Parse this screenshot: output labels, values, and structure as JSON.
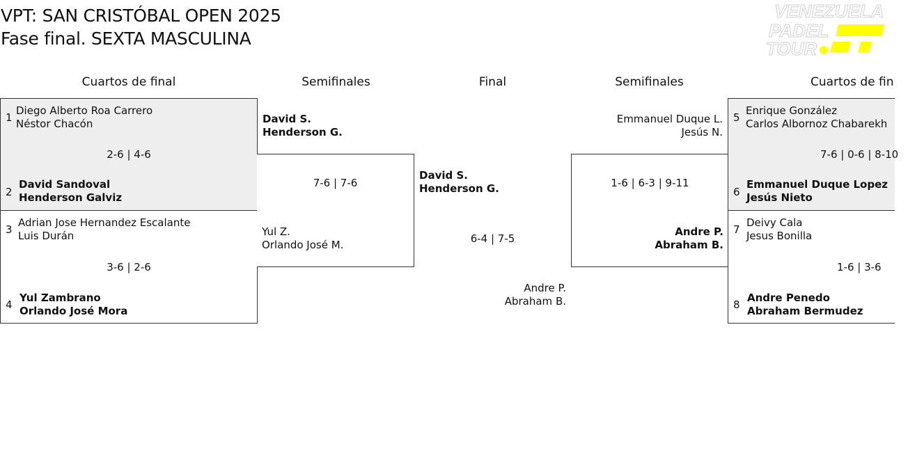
{
  "header": {
    "title_line1": "VPT: SAN CRISTÓBAL OPEN 2025",
    "title_line2": "Fase final. SEXTA MASCULINA",
    "logo_text": [
      "VENEZUELA",
      "PADEL",
      "TOUR"
    ]
  },
  "columns": {
    "qf_left": "Cuartos de final",
    "sf_left": "Semifinales",
    "final": "Final",
    "sf_right": "Semifinales",
    "qf_right": "Cuartos de fin"
  },
  "quarterfinals": [
    {
      "seed_a": "1",
      "team_a": [
        "Diego Alberto Roa Carrero",
        "Néstor Chacón"
      ],
      "score": "2-6 | 4-6",
      "seed_b": "2",
      "team_b": [
        "David Sandoval",
        "Henderson Galviz"
      ]
    },
    {
      "seed_a": "3",
      "team_a": [
        "Adrian Jose Hernandez Escalante",
        "Luis Durán"
      ],
      "score": "3-6 | 2-6",
      "seed_b": "4",
      "team_b": [
        "Yul Zambrano",
        "Orlando José Mora"
      ]
    },
    {
      "seed_a": "5",
      "team_a": [
        "Enrique González",
        "Carlos Albornoz Chabarekh"
      ],
      "score": "7-6 | 0-6 | 8-10",
      "seed_b": "6",
      "team_b": [
        "Emmanuel Duque Lopez",
        "Jesús Nieto"
      ]
    },
    {
      "seed_a": "7",
      "team_a": [
        "Deivy Cala",
        "Jesus Bonilla"
      ],
      "score": "1-6 | 3-6",
      "seed_b": "8",
      "team_b": [
        "Andre Penedo",
        "Abraham Bermudez"
      ]
    }
  ],
  "semifinals": {
    "left": {
      "team_a": [
        "David S.",
        "Henderson G."
      ],
      "score": "7-6 | 7-6",
      "team_b": [
        "Yul Z.",
        "Orlando José M."
      ]
    },
    "right": {
      "team_a": [
        "Emmanuel Duque L.",
        "Jesús N."
      ],
      "score": "1-6 | 6-3 | 9-11",
      "team_b": [
        "Andre P.",
        "Abraham B."
      ]
    }
  },
  "final": {
    "team_a": [
      "David S.",
      "Henderson G."
    ],
    "score": "6-4 | 7-5",
    "team_b": [
      "Andre P.",
      "Abraham B."
    ]
  },
  "colors": {
    "logo_yellow": "#ffff00",
    "match_grey": "#eeeeee",
    "border": "#333333"
  }
}
